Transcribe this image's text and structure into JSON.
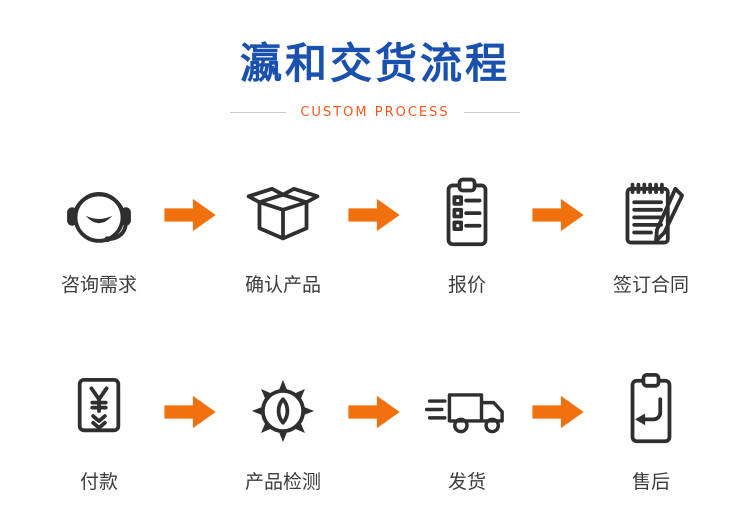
{
  "header": {
    "title": "瀛和交货流程",
    "subtitle": "CUSTOM PROCESS"
  },
  "rows": [
    {
      "steps": [
        {
          "label": "咨询需求",
          "icon": "headset-icon"
        },
        {
          "label": "确认产品",
          "icon": "box-icon"
        },
        {
          "label": "报价",
          "icon": "clipboard-checklist-icon"
        },
        {
          "label": "签订合同",
          "icon": "contract-pen-icon"
        }
      ]
    },
    {
      "steps": [
        {
          "label": "付款",
          "icon": "payment-icon"
        },
        {
          "label": "产品检测",
          "icon": "gear-icon"
        },
        {
          "label": "发货",
          "icon": "truck-icon"
        },
        {
          "label": "售后",
          "icon": "after-sales-icon"
        }
      ]
    }
  ],
  "colors": {
    "title_blue": "#1a51ae",
    "subtitle_orange": "#f4581e",
    "accent_orange": "#f1710e",
    "icon_dark": "#2f2f2f",
    "divider_gray": "#cccccc"
  }
}
